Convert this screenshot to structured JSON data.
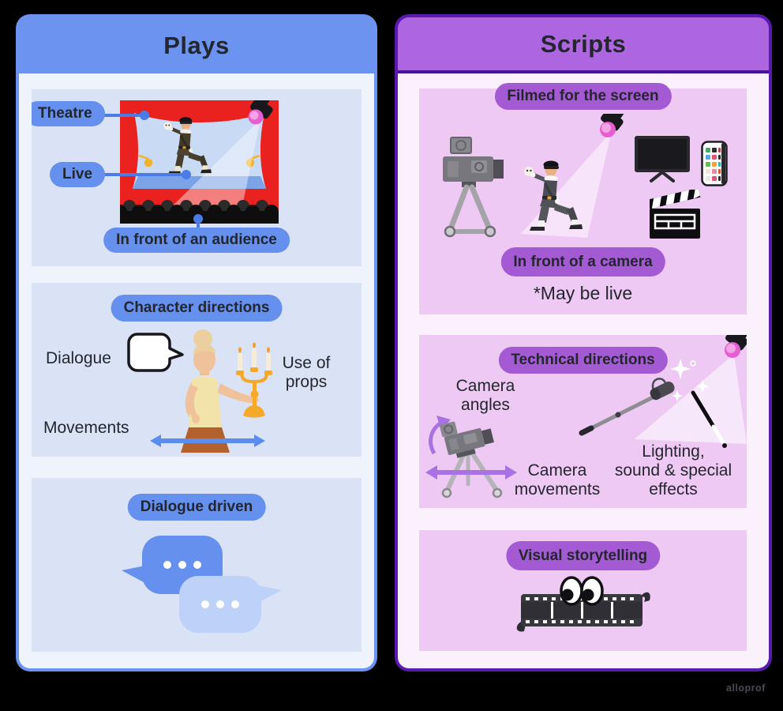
{
  "watermark": "alloprof",
  "colors": {
    "background": "#000000",
    "plays_accent": "#6590ee",
    "plays_border": "#6b93ef",
    "plays_panel": "#eff3fb",
    "plays_card": "#dae3f6",
    "scripts_border": "#5a1ab0",
    "scripts_header": "#ad66e0",
    "scripts_pill": "#a45ad3",
    "scripts_panel": "#faf1fc",
    "scripts_card": "#eec9f4",
    "text_dark": "#24262e",
    "connector_blue": "#4a7ce8",
    "arrow_blue": "#5b8def",
    "arrow_purple": "#a872e2",
    "stage_red": "#e9211f",
    "spotlight_pink": "#e55fd0"
  },
  "plays": {
    "title": "Plays",
    "theatre_card": {
      "label_theatre": "Theatre",
      "label_live": "Live",
      "label_audience": "In front of an audience"
    },
    "character_card": {
      "title": "Character directions",
      "label_dialogue": "Dialogue",
      "label_props": "Use of props",
      "label_movements": "Movements"
    },
    "dialogue_card": {
      "title": "Dialogue driven"
    }
  },
  "scripts": {
    "title": "Scripts",
    "screen_card": {
      "title": "Filmed for the screen",
      "label_camera": "In front of a camera",
      "note": "*May be live"
    },
    "technical_card": {
      "title": "Technical directions",
      "label_angles": "Camera angles",
      "label_movements": "Camera movements",
      "label_lighting": "Lighting, sound & special effects",
      "lighting_lines": [
        "Lighting,",
        "sound & special",
        "effects"
      ]
    },
    "visual_card": {
      "title": "Visual storytelling"
    }
  }
}
